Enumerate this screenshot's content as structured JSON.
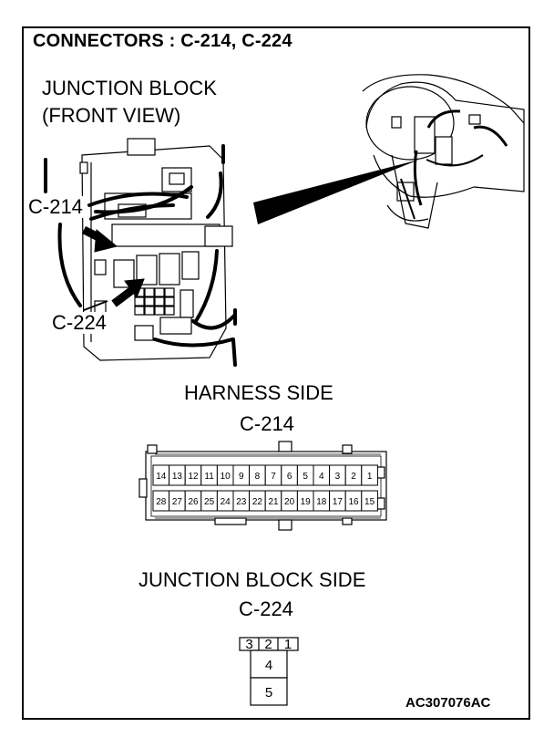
{
  "title": "CONNECTORS : C-214, C-224",
  "junction_block": {
    "line1": "JUNCTION BLOCK",
    "line2": "(FRONT VIEW)",
    "callout_c214": "C-214",
    "callout_c224": "C-224"
  },
  "harness_side": {
    "heading": "HARNESS SIDE",
    "connector": "C-214",
    "top_row": [
      "14",
      "13",
      "12",
      "11",
      "10",
      "9",
      "8",
      "7",
      "6",
      "5",
      "4",
      "3",
      "2",
      "1"
    ],
    "bottom_row": [
      "28",
      "27",
      "26",
      "25",
      "24",
      "23",
      "22",
      "21",
      "20",
      "19",
      "18",
      "17",
      "16",
      "15"
    ]
  },
  "junction_block_side": {
    "heading": "JUNCTION BLOCK SIDE",
    "connector": "C-224",
    "top_row": [
      "3",
      "2",
      "1"
    ],
    "pin4": "4",
    "pin5": "5"
  },
  "figure_code": "AC307076AC"
}
